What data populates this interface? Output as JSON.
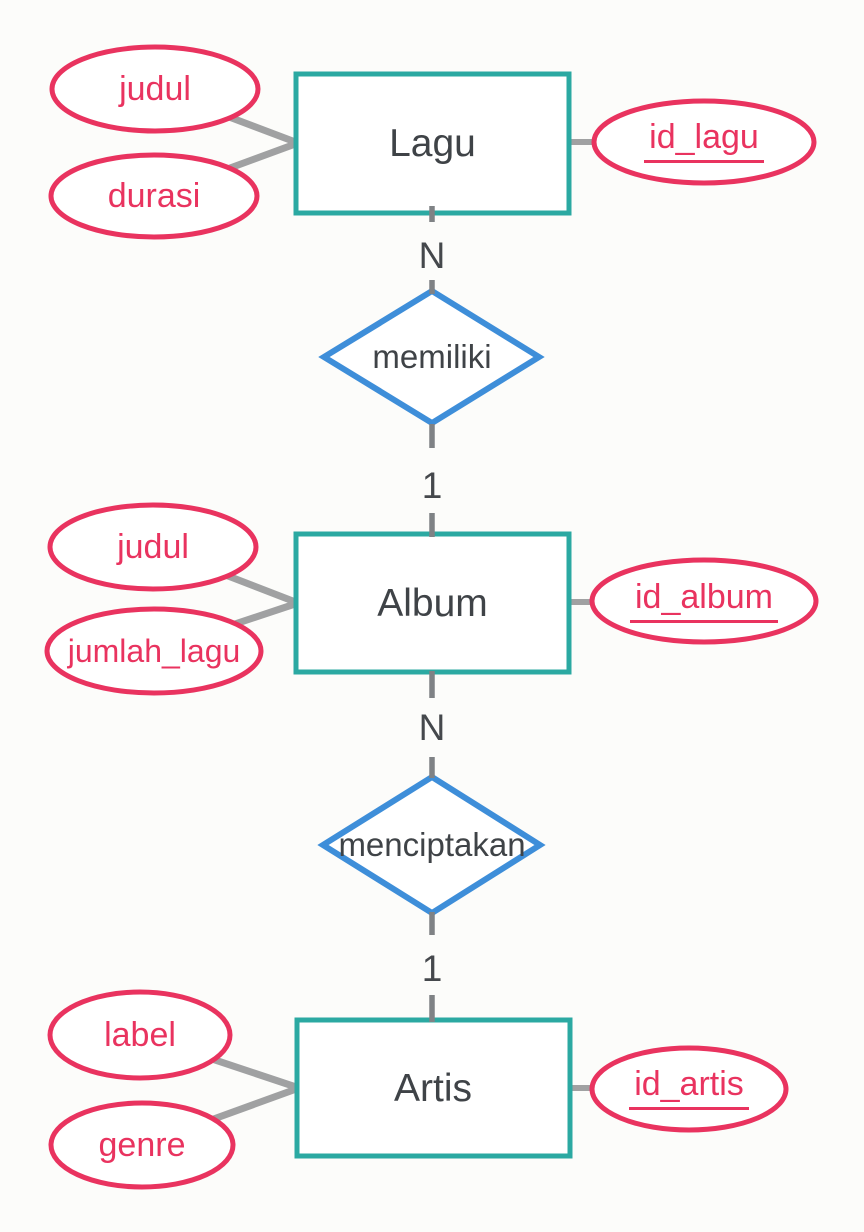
{
  "diagram": {
    "entities": [
      {
        "name": "Lagu",
        "key_attribute": "id_lagu",
        "attributes": [
          "judul",
          "durasi"
        ]
      },
      {
        "name": "Album",
        "key_attribute": "id_album",
        "attributes": [
          "judul",
          "jumlah_lagu"
        ]
      },
      {
        "name": "Artis",
        "key_attribute": "id_artis",
        "attributes": [
          "label",
          "genre"
        ]
      }
    ],
    "relationships": [
      {
        "name": "memiliki",
        "between": [
          "Lagu",
          "Album"
        ],
        "cardinality_top": "N",
        "cardinality_bottom": "1"
      },
      {
        "name": "menciptakan",
        "between": [
          "Album",
          "Artis"
        ],
        "cardinality_top": "N",
        "cardinality_bottom": "1"
      }
    ],
    "colors": {
      "background": "#fcfcfa",
      "entity_border": "#2ba9a2",
      "entity_fill": "#ffffff",
      "entity_text": "#3f4347",
      "attribute_border": "#e9335f",
      "attribute_text": "#e9335f",
      "relationship_border": "#3e8ed9",
      "connector": "#a0a1a2",
      "tick": "#7f8285",
      "cardinality_text": "#45484c"
    }
  }
}
